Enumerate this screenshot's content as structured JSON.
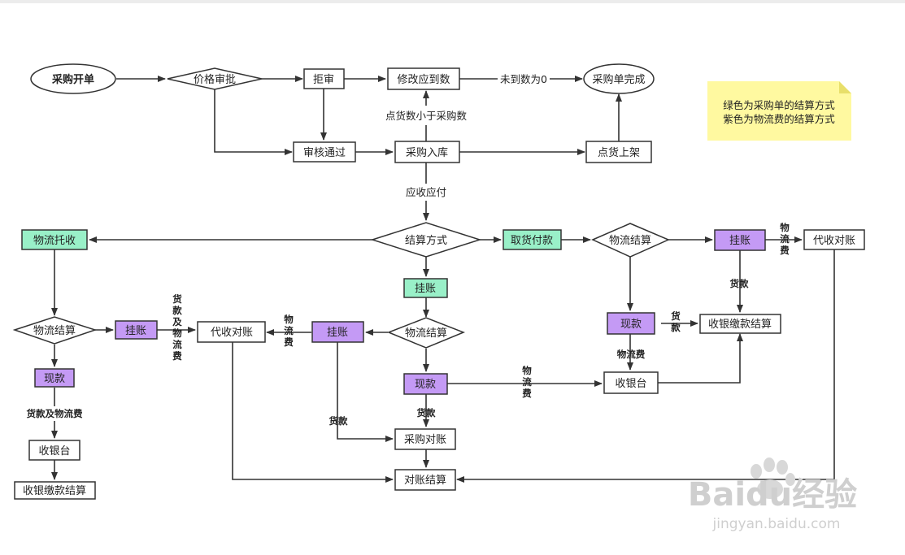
{
  "colors": {
    "green": "#99f0c8",
    "purple": "#c49af5",
    "note": "#fff9a0",
    "stroke": "#333333"
  },
  "nodes": {
    "caigou_kaidan": "采购开单",
    "jiage_shenpi": "价格审批",
    "jushen": "拒审",
    "xiugai": "修改应到数",
    "caigoudan_wancheng": "采购单完成",
    "shenhe_tongguo": "审核通过",
    "caigou_ruku": "采购入库",
    "dianhuo_shangjia": "点货上架",
    "jiesuan_fangshi": "结算方式",
    "wuliu_tuoshou": "物流托收",
    "quhuo_fukuan": "取货付款",
    "wuliu_jiesuan_r": "物流结算",
    "guazhang_r": "挂账",
    "daishou_duizhang_r": "代收对账",
    "xiankuan_r": "现款",
    "shouyin_jiaokuan_r": "收银缴款结算",
    "shouyintai_r": "收银台",
    "guazhang_c": "挂账",
    "wuliu_jiesuan_c": "物流结算",
    "guazhang_c2": "挂账",
    "daishou_duizhang_c": "代收对账",
    "xiankuan_c": "现款",
    "caigou_duizhang": "采购对账",
    "duizhang_jiesuan": "对账结算",
    "wuliu_jiesuan_l": "物流结算",
    "guazhang_l": "挂账",
    "xiankuan_l": "现款",
    "shouyintai_l": "收银台",
    "shouyin_jiaokuan_l": "收银缴款结算"
  },
  "edge_labels": {
    "weidao_0": "未到数为0",
    "dianhuo_xiaoyu": "点货数小于采购数",
    "yingshou_yingfu": "应收应付",
    "huokuan_wuliufei_l": "货款及物流费",
    "huokuan_c": "货款",
    "huokuan_c2": "货款",
    "wuliufei_r": "物流费",
    "huokuan_r": "货款"
  },
  "vertical_labels": {
    "l_huokuan_ji_wuliufei": "货款及物流费",
    "c_wuliufei": "物流费",
    "r_wuliufei": "物流费",
    "r_huokuan": "货款",
    "mid_wuliufei": "物流费"
  },
  "note": {
    "line1": "绿色为采购单的结算方式",
    "line2": "紫色为物流费的结算方式"
  },
  "watermark": {
    "brand": "Baidu经验",
    "url": "jingyan.baidu.com"
  }
}
